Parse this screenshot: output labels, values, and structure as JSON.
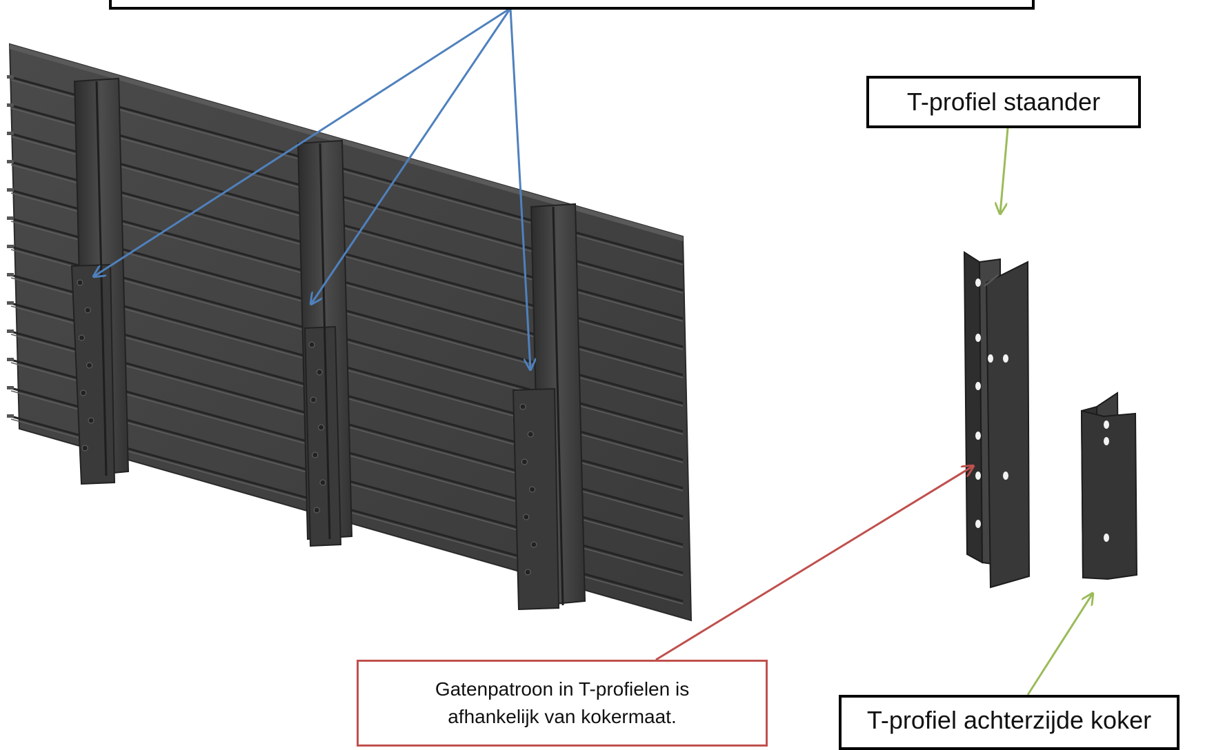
{
  "labels": {
    "staander": "T-profiel staander",
    "achterzijde": "T-profiel achterzijde koker",
    "gaten_line1": "Gatenpatroon in T-profielen is",
    "gaten_line2": "afhankelijk van kokermaat."
  },
  "colors": {
    "blue_arrow": "#4f81bd",
    "red_arrow": "#c0504d",
    "green_arrow": "#9bbb59",
    "steel": "#3d3d3d"
  }
}
